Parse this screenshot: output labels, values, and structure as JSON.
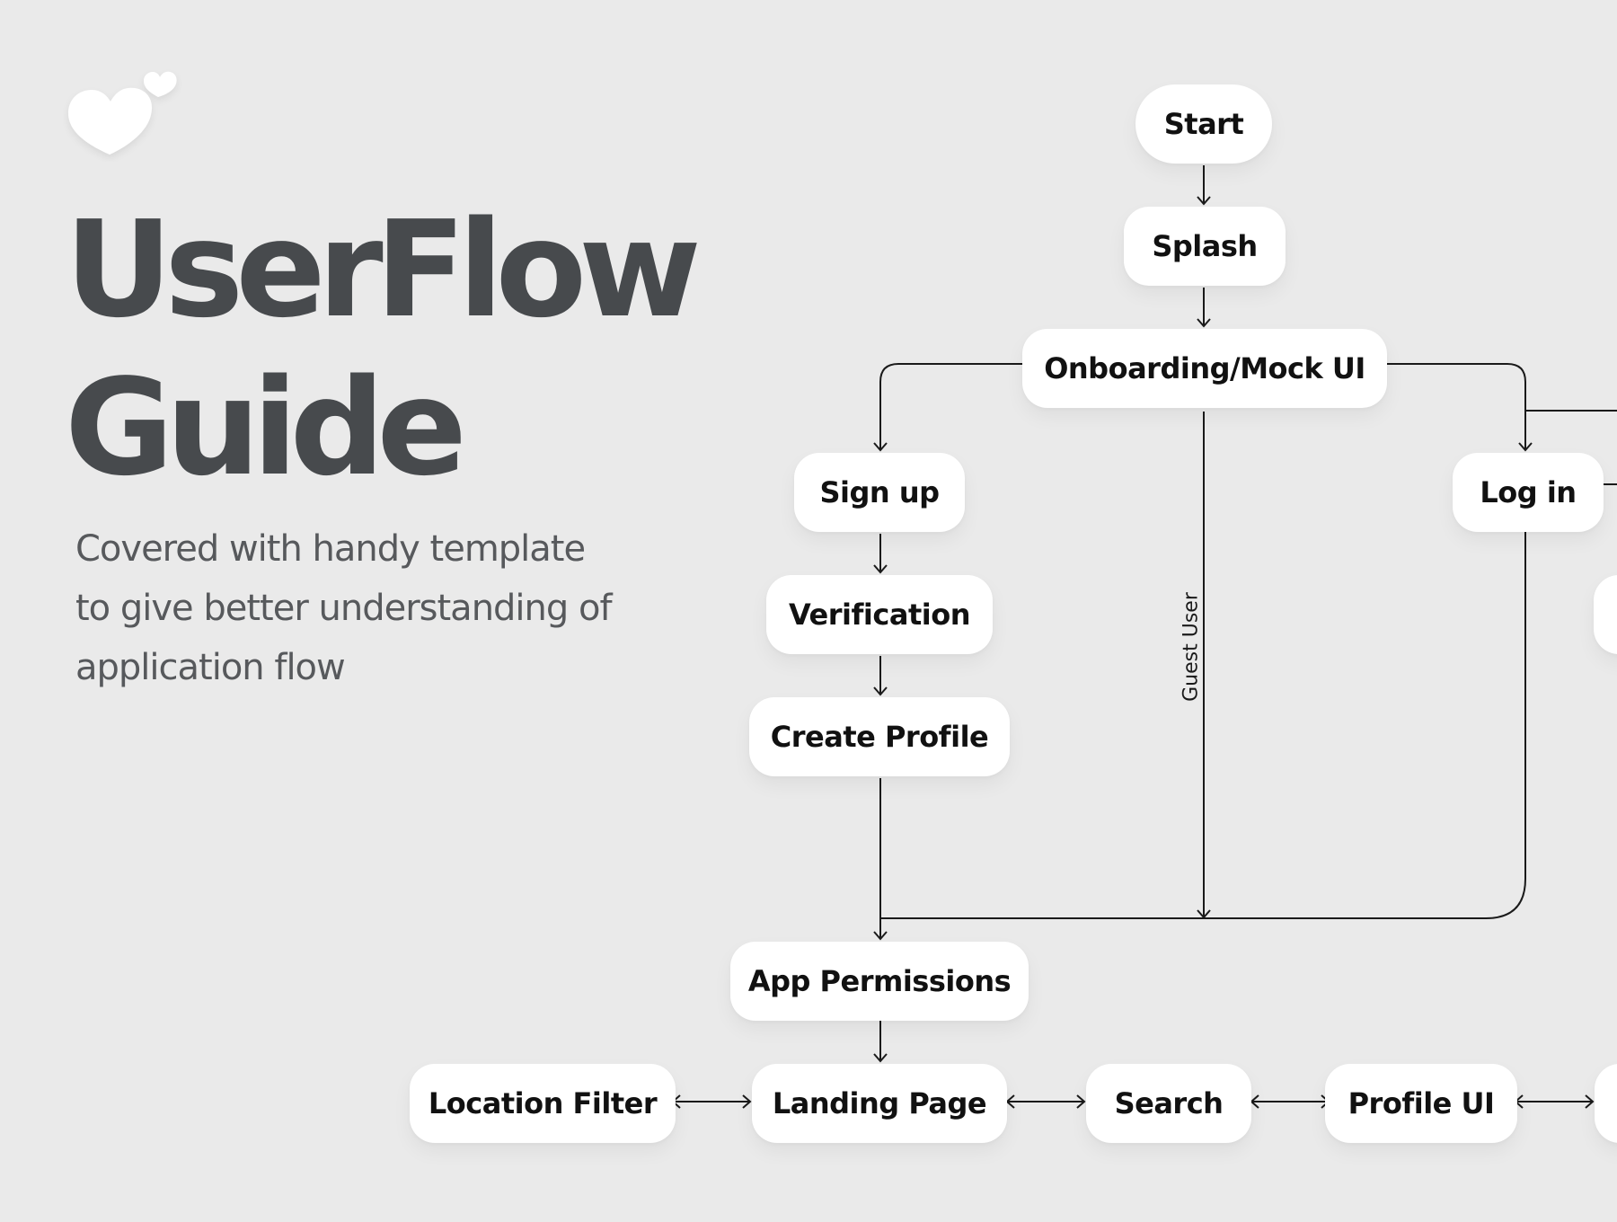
{
  "header": {
    "title_line1": "UserFlow",
    "title_line2": "Guide",
    "subtitle": "Covered with handy template to give better understanding of application flow"
  },
  "logo": {
    "icon": "hearts-icon",
    "color": "#FFFFFF"
  },
  "colors": {
    "background": "#EAEAEA",
    "title": "#474A4D",
    "subtitle": "#57595C",
    "node_fill": "#FFFFFF",
    "node_text": "#111111",
    "line": "#1A1A1A"
  },
  "flow": {
    "nodes": {
      "start": "Start",
      "splash": "Splash",
      "onboarding": "Onboarding/Mock UI",
      "signup": "Sign up",
      "login": "Log in",
      "verification": "Verification",
      "create_profile": "Create Profile",
      "app_permissions": "App Permissions",
      "location_filter": "Location Filter",
      "landing_page": "Landing Page",
      "search": "Search",
      "profile_ui": "Profile UI"
    },
    "edge_labels": {
      "guest_user": "Guest User"
    }
  }
}
